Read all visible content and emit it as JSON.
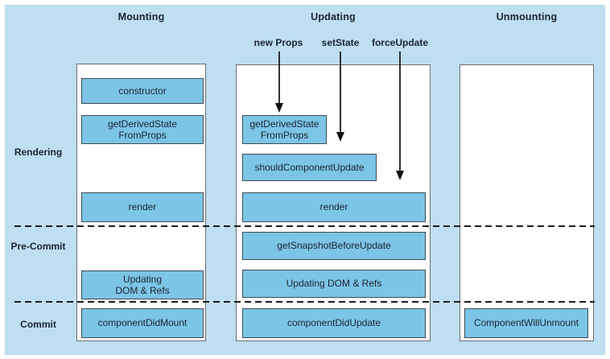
{
  "diagram": {
    "columns": {
      "mounting": "Mounting",
      "updating": "Updating",
      "unmounting": "Unmounting"
    },
    "triggers": {
      "new_props": "new Props",
      "set_state": "setState",
      "force_update": "forceUpdate"
    },
    "rows": {
      "rendering": "Rendering",
      "pre_commit": "Pre-Commit",
      "commit": "Commit"
    },
    "boxes": {
      "mounting": {
        "constructor": "constructor",
        "get_derived_state": "getDerivedState\nFromProps",
        "render": "render",
        "updating_dom_refs": "Updating\nDOM & Refs",
        "component_did_mount": "componentDidMount"
      },
      "updating": {
        "get_derived_state": "getDerivedState\nFromProps",
        "should_component_update": "shouldComponentUpdate",
        "render": "render",
        "get_snapshot_before_update": "getSnapshotBeforeUpdate",
        "updating_dom_refs": "Updating DOM & Refs",
        "component_did_update": "componentDidUpdate"
      },
      "unmounting": {
        "component_will_unmount": "ComponentWillUnmount"
      }
    },
    "colors": {
      "field_bg": "#bfdef1",
      "box_fill": "#7cc5e6",
      "box_border": "#3f4a52",
      "column_border": "#6e6e6e",
      "text": "#1b2430",
      "arrow": "#111111"
    }
  }
}
